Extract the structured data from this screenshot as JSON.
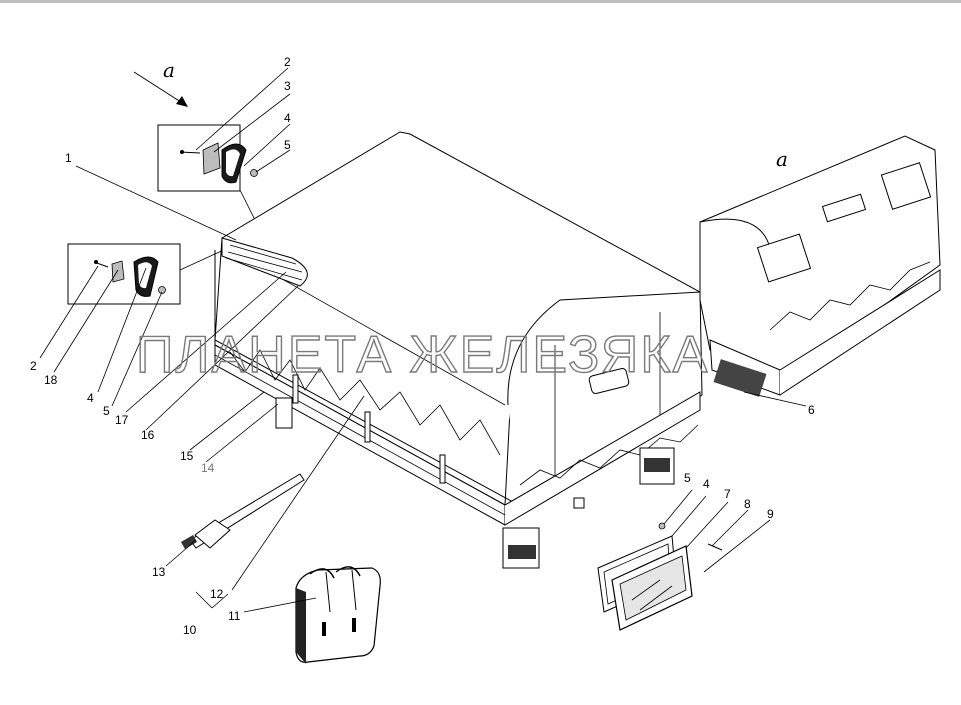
{
  "view_marker": "a",
  "watermark": "ПЛАНЕТА ЖЕЛЕЗЯКА",
  "callouts": [
    {
      "id": "c2a",
      "text": "2"
    },
    {
      "id": "c3",
      "text": "3"
    },
    {
      "id": "c4a",
      "text": "4"
    },
    {
      "id": "c5a",
      "text": "5"
    },
    {
      "id": "c1",
      "text": "1"
    },
    {
      "id": "c2b",
      "text": "2"
    },
    {
      "id": "c18",
      "text": "18"
    },
    {
      "id": "c4b",
      "text": "4"
    },
    {
      "id": "c5b",
      "text": "5"
    },
    {
      "id": "c17",
      "text": "17"
    },
    {
      "id": "c16",
      "text": "16"
    },
    {
      "id": "c15",
      "text": "15"
    },
    {
      "id": "c14",
      "text": "14"
    },
    {
      "id": "c13",
      "text": "13"
    },
    {
      "id": "c12",
      "text": "12"
    },
    {
      "id": "c11",
      "text": "11"
    },
    {
      "id": "c10",
      "text": "10"
    },
    {
      "id": "c6",
      "text": "6"
    },
    {
      "id": "c5c",
      "text": "5"
    },
    {
      "id": "c4c",
      "text": "4"
    },
    {
      "id": "c7",
      "text": "7"
    },
    {
      "id": "c8",
      "text": "8"
    },
    {
      "id": "c9",
      "text": "9"
    }
  ],
  "colors": {
    "line": "#000000",
    "watermark": "#7a7a7a",
    "frame": "#bfbfbf"
  }
}
